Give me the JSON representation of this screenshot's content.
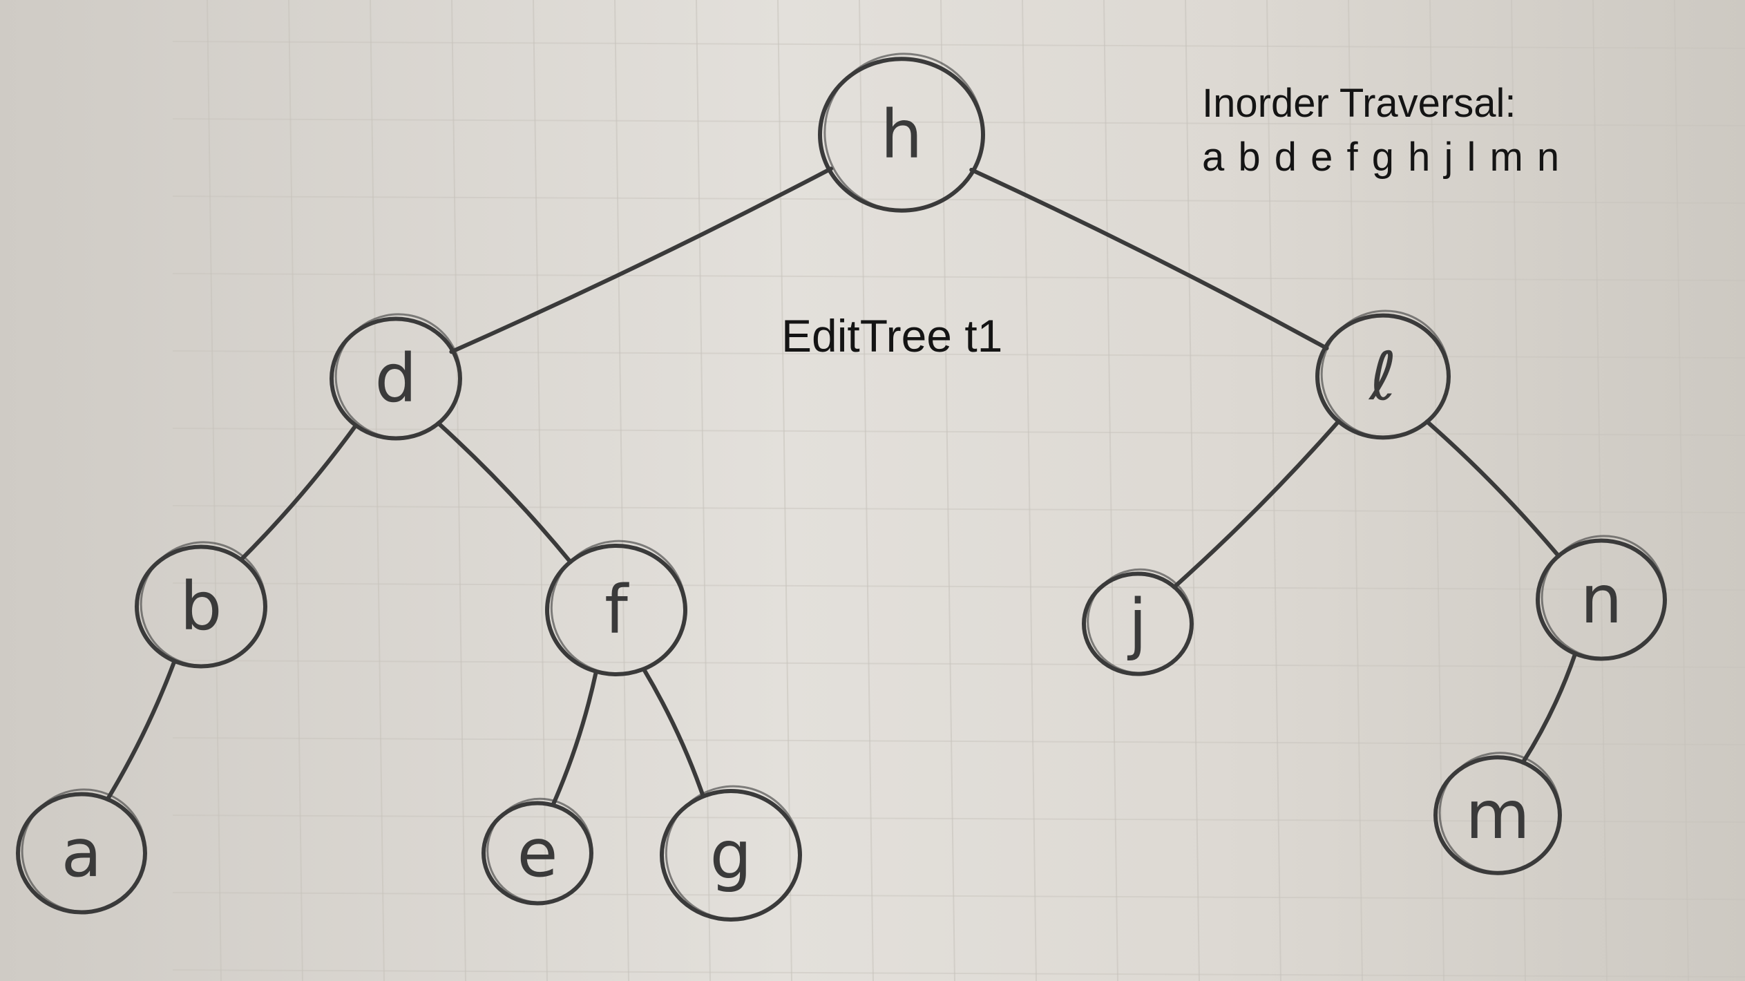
{
  "diagram": {
    "title": "EditTree t1",
    "traversal_heading": "Inorder Traversal:",
    "traversal_sequence": "a b d e f g h j l m n",
    "nodes": [
      {
        "id": "h",
        "label": "h"
      },
      {
        "id": "d",
        "label": "d"
      },
      {
        "id": "l",
        "label": "ℓ"
      },
      {
        "id": "b",
        "label": "b"
      },
      {
        "id": "f",
        "label": "f"
      },
      {
        "id": "j",
        "label": "j"
      },
      {
        "id": "n",
        "label": "n"
      },
      {
        "id": "a",
        "label": "a"
      },
      {
        "id": "e",
        "label": "e"
      },
      {
        "id": "g",
        "label": "g"
      },
      {
        "id": "m",
        "label": "m"
      }
    ],
    "edges": [
      {
        "from": "h",
        "to": "d"
      },
      {
        "from": "h",
        "to": "l"
      },
      {
        "from": "d",
        "to": "b"
      },
      {
        "from": "d",
        "to": "f"
      },
      {
        "from": "b",
        "to": "a"
      },
      {
        "from": "f",
        "to": "e"
      },
      {
        "from": "f",
        "to": "g"
      },
      {
        "from": "l",
        "to": "j"
      },
      {
        "from": "l",
        "to": "n"
      },
      {
        "from": "n",
        "to": "m"
      }
    ],
    "colors": {
      "ink": "#3a3a3a",
      "print": "#141414",
      "paper": "#dedad4",
      "grid": "#c7c3bc"
    }
  }
}
